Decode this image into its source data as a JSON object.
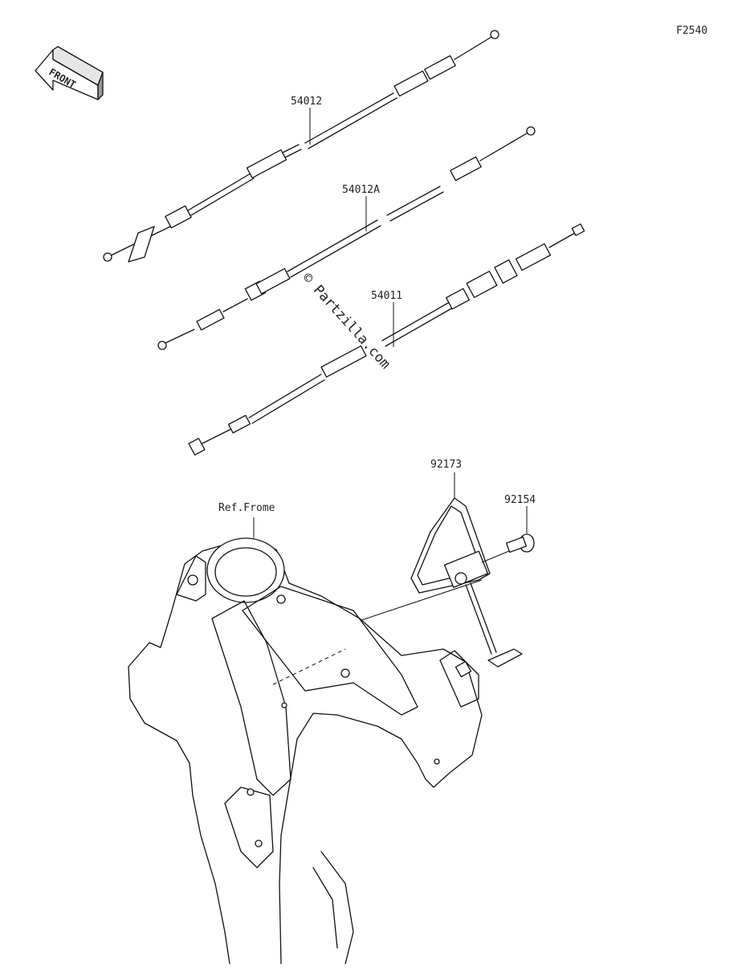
{
  "figure_id": "F2540",
  "front_label": "FRONT",
  "watermark": "© Partzilla.com",
  "parts": [
    {
      "number": "54012"
    },
    {
      "number": "54012A"
    },
    {
      "number": "54011"
    },
    {
      "number": "92173"
    },
    {
      "number": "92154"
    }
  ],
  "reference_label": "Ref.Frome"
}
